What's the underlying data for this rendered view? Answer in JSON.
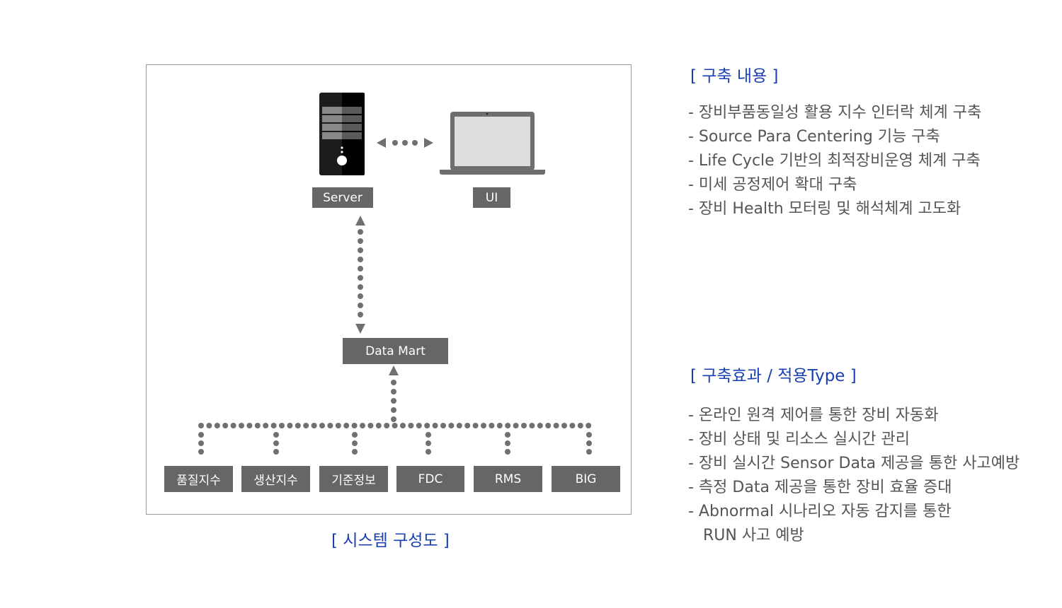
{
  "diagram": {
    "caption": "[ 시스템 구성도 ]",
    "server_label": "Server",
    "ui_label": "UI",
    "datamart_label": "Data Mart",
    "sources": [
      "품질지수",
      "생산지수",
      "기준정보",
      "FDC",
      "RMS",
      "BIG"
    ]
  },
  "build_content": {
    "heading": "[ 구축 내용 ]",
    "items": [
      "- 장비부품동일성 활용 지수 인터락 체계 구축",
      "- Source Para Centering 기능 구축",
      "- Life Cycle 기반의 최적장비운영 체계 구축",
      "- 미세 공정제어 확대 구축",
      "- 장비 Health 모터링 및 해석체계 고도화"
    ]
  },
  "effects": {
    "heading": "[ 구축효과 / 적용Type ]",
    "items": [
      "- 온라인 원격 제어를 통한 장비 자동화",
      "- 장비 상태 및 리소스 실시간 관리",
      "- 장비 실시간 Sensor Data 제공을 통한 사고예방",
      "- 측정 Data 제공을 통한 장비 효율 증대",
      "- Abnormal 시나리오 자동 감지를 통한",
      "   RUN 사고 예방"
    ]
  },
  "colors": {
    "accent_blue": "#1a3fb0",
    "label_gray": "#666666",
    "dot_gray": "#707070"
  }
}
